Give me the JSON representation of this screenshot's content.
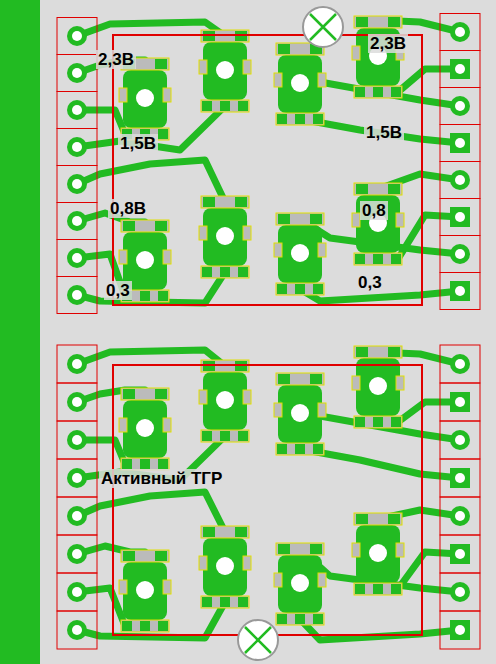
{
  "diagram": {
    "labels": [
      "2,3В",
      "2,3В",
      "1,5В",
      "1,5В",
      "0,8В",
      "0,8",
      "0,3",
      "0,3",
      "Активный ТГР"
    ]
  }
}
